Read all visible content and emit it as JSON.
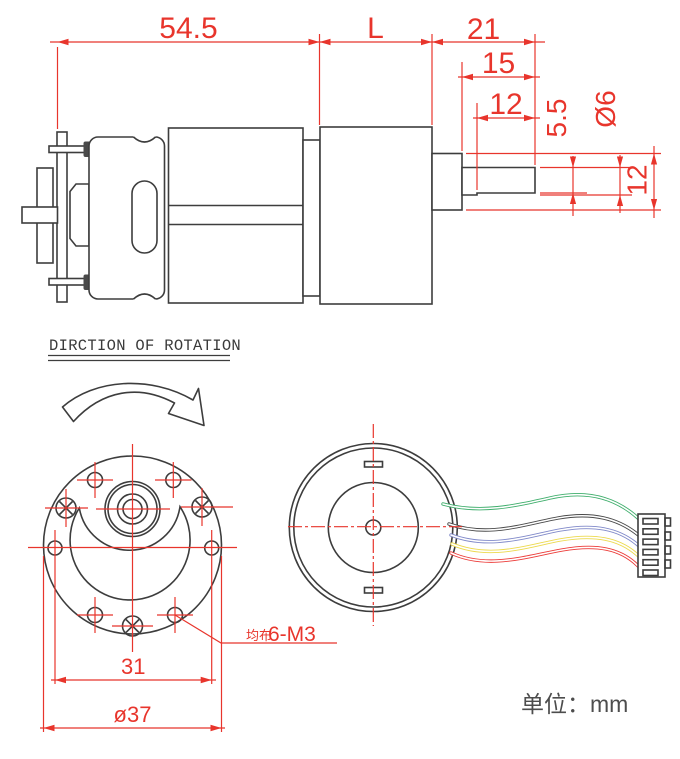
{
  "drawing": {
    "side_view": {
      "dimensions": {
        "motor_length": "54.5",
        "gearbox_length": "L",
        "output_length": "21",
        "boss_to_tip": "15",
        "flat_length": "12",
        "flat_height": "5.5",
        "shaft_diameter": "Ø6",
        "boss_diameter": "12"
      }
    },
    "rotation": {
      "title": "DIRCTION OF ROTATION"
    },
    "front_view": {
      "dimensions": {
        "hole_spacing": "31",
        "flange_diameter": "ø37"
      },
      "screw_note_prefix": "均布",
      "screw_note": "6-M3"
    },
    "rear_view": {
      "wire_colors": [
        "green",
        "black",
        "blue",
        "yellow",
        "red"
      ],
      "connector_pins": 6
    },
    "units_note": "单位：mm",
    "colors": {
      "dimension_red": "#e8352c",
      "outline_dark": "#3d3d3d",
      "wire_green": "#3fae6c",
      "wire_black": "#4a4a4a",
      "wire_blue": "#8089c9",
      "wire_yellow": "#ecd94d",
      "wire_red": "#ec3b38",
      "units_text_gray": "#4d4d4d"
    }
  }
}
